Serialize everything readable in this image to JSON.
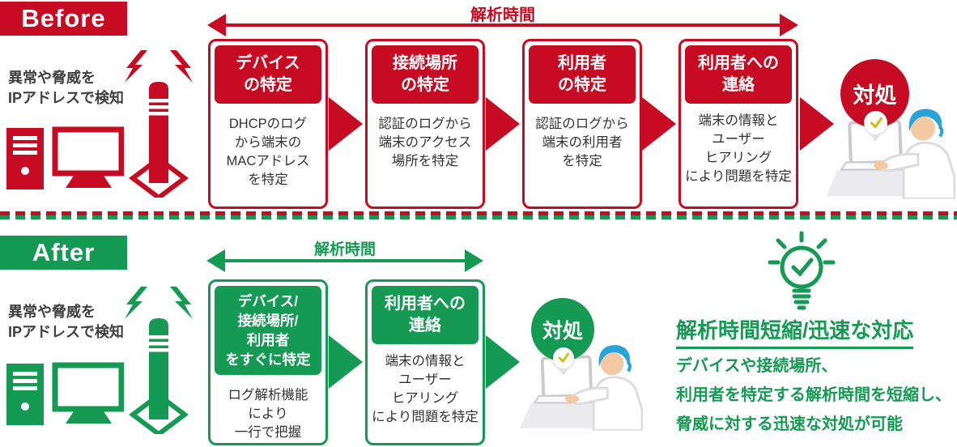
{
  "colors": {
    "red": "#c70b22",
    "green": "#149a52",
    "text": "#3b3b3b",
    "check_yellow": "#cdc21c",
    "hair_blue": "#2aa3d8"
  },
  "icons": [
    "desktop-pc-icon",
    "alert-beacon-icon",
    "lightning-icon",
    "person-at-laptop-icon",
    "check-badge-icon",
    "lightbulb-check-icon",
    "double-arrow-icon",
    "flow-arrow-icon"
  ],
  "before": {
    "label": "Before",
    "detect_text": "異常や脅威を\nIPアドレスで検知",
    "timeline_label": "解析時間",
    "steps": [
      {
        "title": "デバイス\nの特定",
        "body": "DHCPのログ\nから端末の\nMACアドレス\nを特定"
      },
      {
        "title": "接続場所\nの特定",
        "body": "認証のログから\n端末のアクセス\n場所を特定"
      },
      {
        "title": "利用者\nの特定",
        "body": "認証のログから\n端末の利用者\nを特定"
      },
      {
        "title": "利用者への\n連絡",
        "body": "端末の情報と\nユーザー\nヒアリング\nにより問題を特定"
      }
    ],
    "result_label": "対処"
  },
  "after": {
    "label": "After",
    "detect_text": "異常や脅威を\nIPアドレスで検知",
    "timeline_label": "解析時間",
    "steps": [
      {
        "title": "デバイス/\n接続場所/\n利用者\nをすぐに特定",
        "body": "ログ解析機能\nにより\n一行で把握"
      },
      {
        "title": "利用者への\n連絡",
        "body": "端末の情報と\nユーザー\nヒアリング\nにより問題を特定"
      }
    ],
    "result_label": "対処",
    "benefit": {
      "heading": "解析時間短縮/迅速な対応",
      "body": "デバイスや接続場所、\n利用者を特定する解析時間を短縮し、\n脅威に対する迅速な対処が可能"
    }
  }
}
